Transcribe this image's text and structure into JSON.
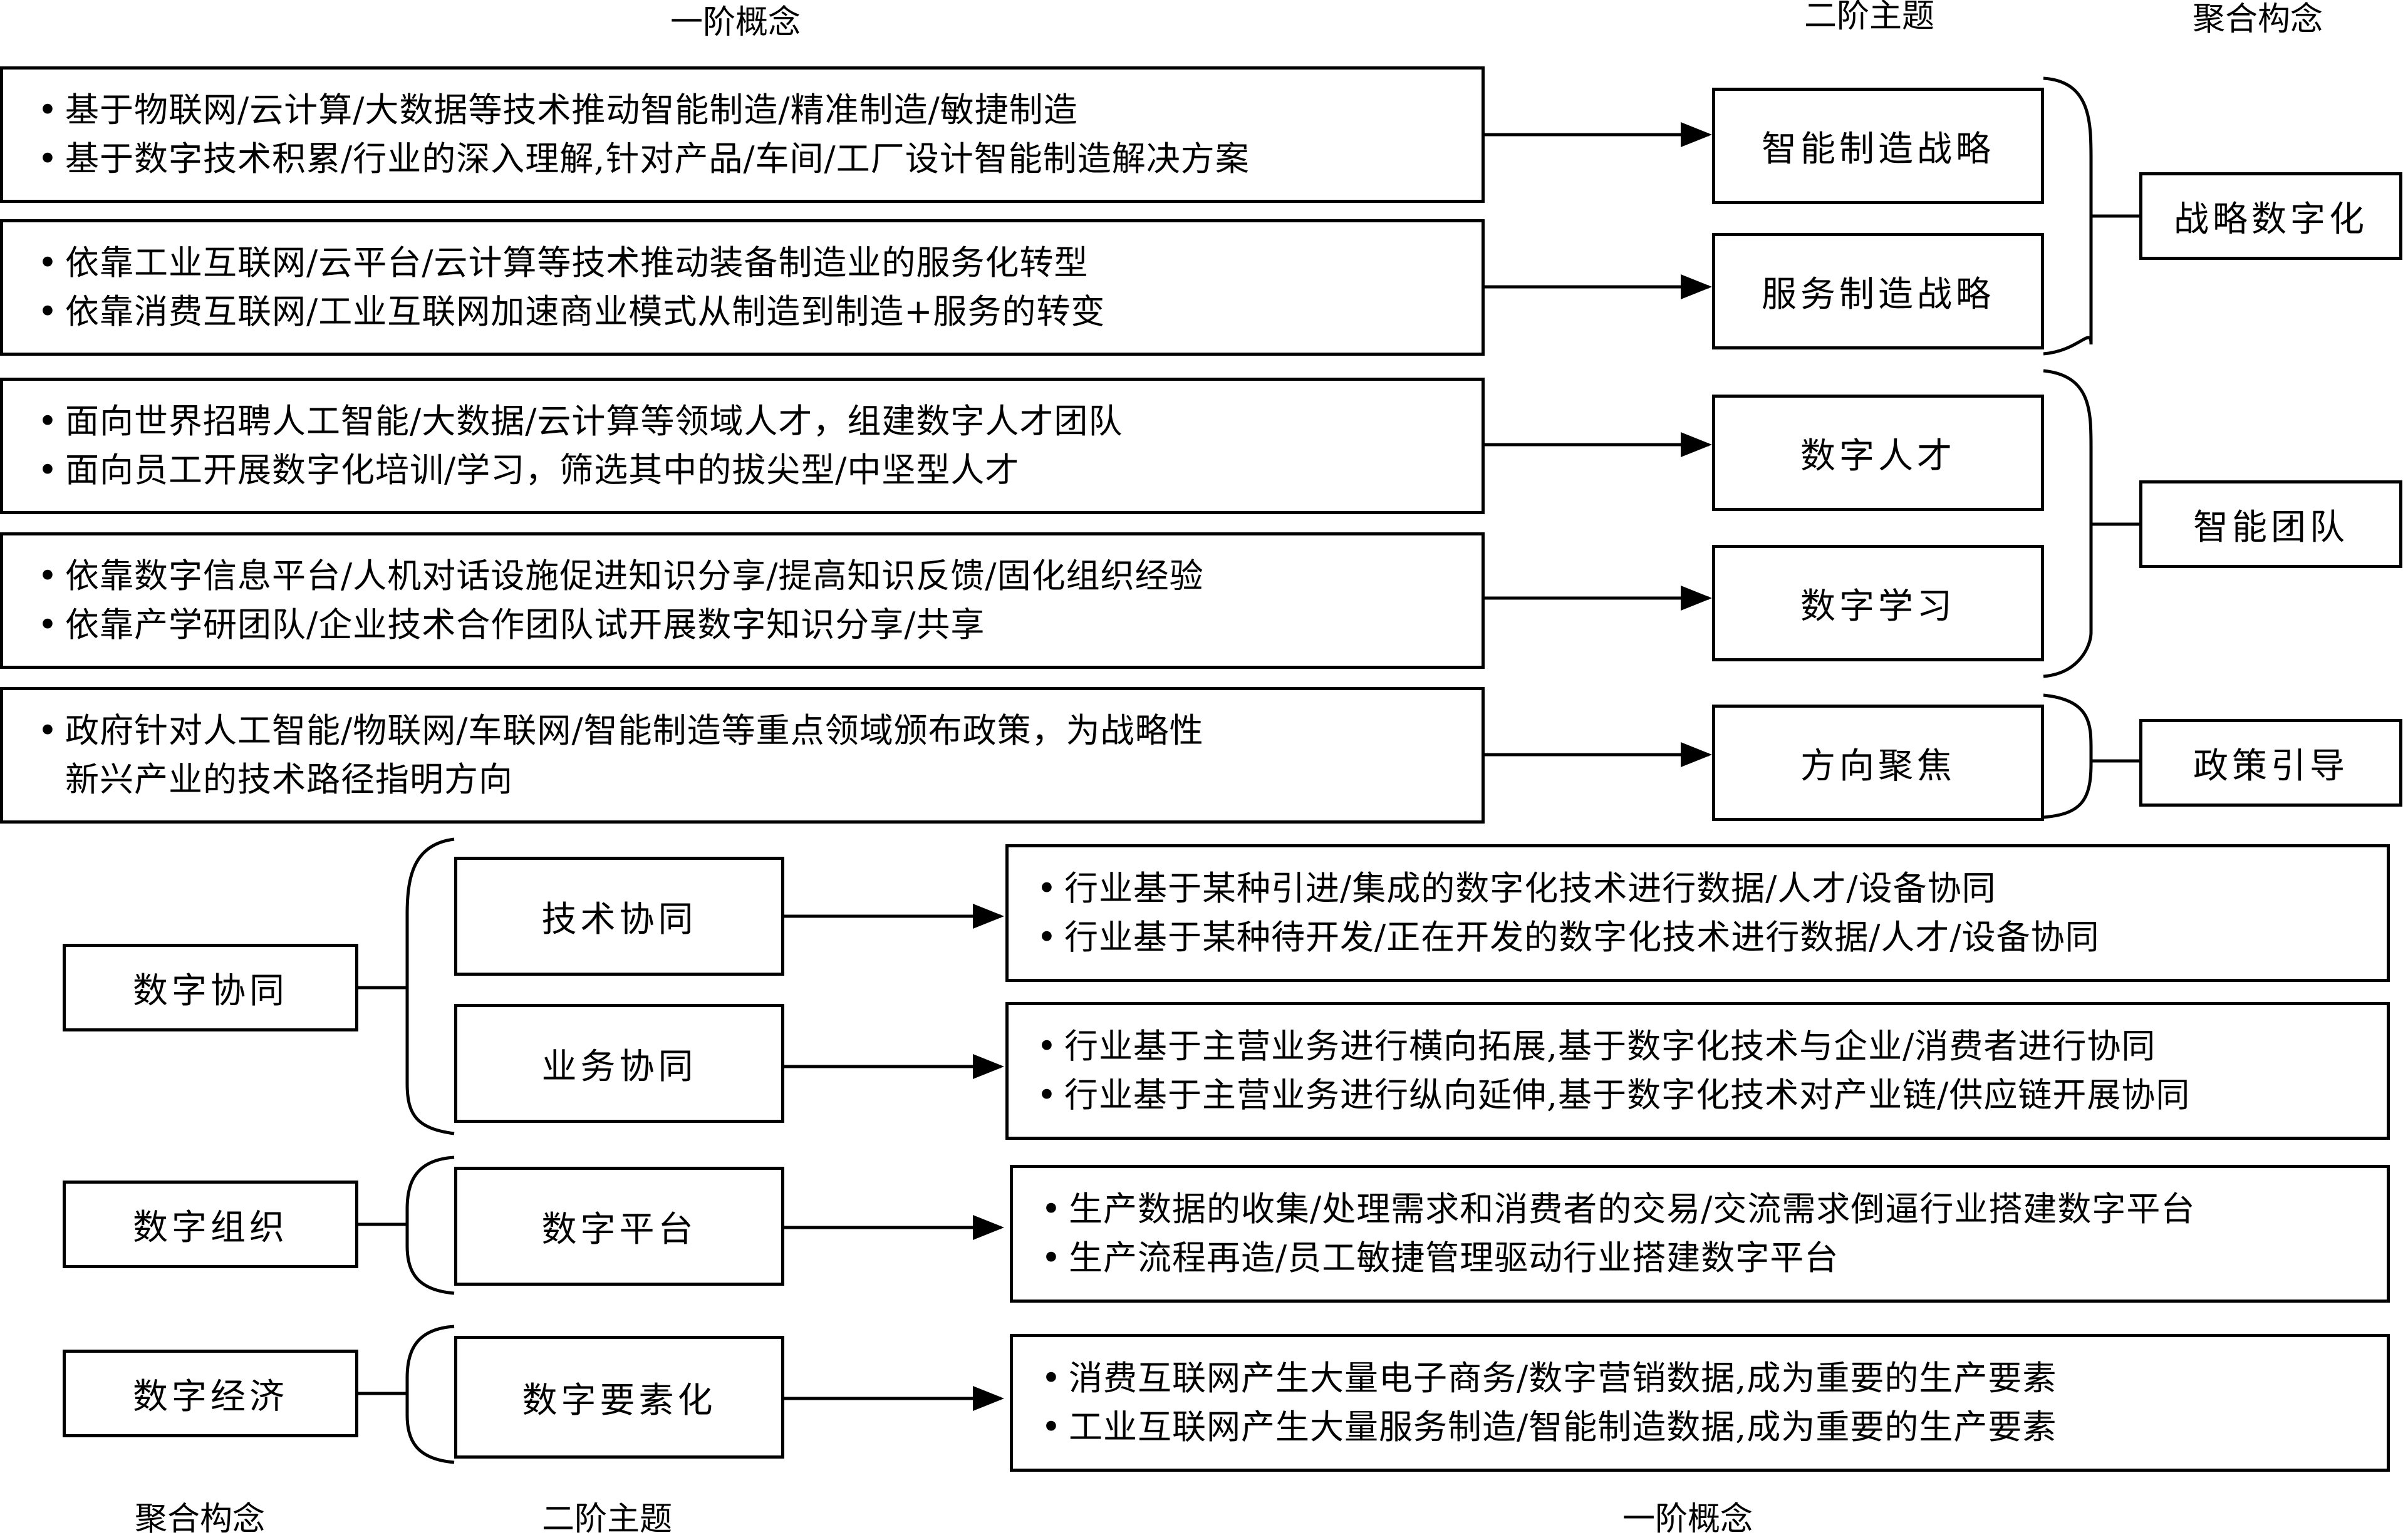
{
  "top_headers": {
    "first_order": "一阶概念",
    "second_order": "二阶主题",
    "aggregate": "聚合构念"
  },
  "bottom_headers": {
    "aggregate": "聚合构念",
    "second_order": "二阶主题",
    "first_order": "一阶概念"
  },
  "bullet": "•",
  "top": {
    "concepts": [
      [
        "基于物联网/云计算/大数据等技术推动智能制造/精准制造/敏捷制造",
        "基于数字技术积累/行业的深入理解,针对产品/车间/工厂设计智能制造解决方案"
      ],
      [
        "依靠工业互联网/云平台/云计算等技术推动装备制造业的服务化转型",
        "依靠消费互联网/工业互联网加速商业模式从制造到制造+服务的转变"
      ],
      [
        "面向世界招聘人工智能/大数据/云计算等领域人才，组建数字人才团队",
        "面向员工开展数字化培训/学习，筛选其中的拔尖型/中坚型人才"
      ],
      [
        "依靠数字信息平台/人机对话设施促进知识分享/提高知识反馈/固化组织经验",
        "依靠产学研团队/企业技术合作团队试开展数字知识分享/共享"
      ],
      [
        "政府针对人工智能/物联网/车联网/智能制造等重点领域颁布政策，为战略性",
        "新兴产业的技术路径指明方向"
      ]
    ],
    "themes": [
      "智能制造战略",
      "服务制造战略",
      "数字人才",
      "数字学习",
      "方向聚焦"
    ],
    "aggregates": [
      "战略数字化",
      "智能团队",
      "政策引导"
    ]
  },
  "bottom": {
    "aggregates": [
      "数字协同",
      "数字组织",
      "数字经济"
    ],
    "themes": [
      "技术协同",
      "业务协同",
      "数字平台",
      "数字要素化"
    ],
    "concepts": [
      [
        "行业基于某种引进/集成的数字化技术进行数据/人才/设备协同",
        "行业基于某种待开发/正在开发的数字化技术进行数据/人才/设备协同"
      ],
      [
        "行业基于主营业务进行横向拓展,基于数字化技术与企业/消费者进行协同",
        "行业基于主营业务进行纵向延伸,基于数字化技术对产业链/供应链开展协同"
      ],
      [
        "生产数据的收集/处理需求和消费者的交易/交流需求倒逼行业搭建数字平台",
        "生产流程再造/员工敏捷管理驱动行业搭建数字平台"
      ],
      [
        "消费互联网产生大量电子商务/数字营销数据,成为重要的生产要素",
        "工业互联网产生大量服务制造/智能制造数据,成为重要的生产要素"
      ]
    ]
  }
}
